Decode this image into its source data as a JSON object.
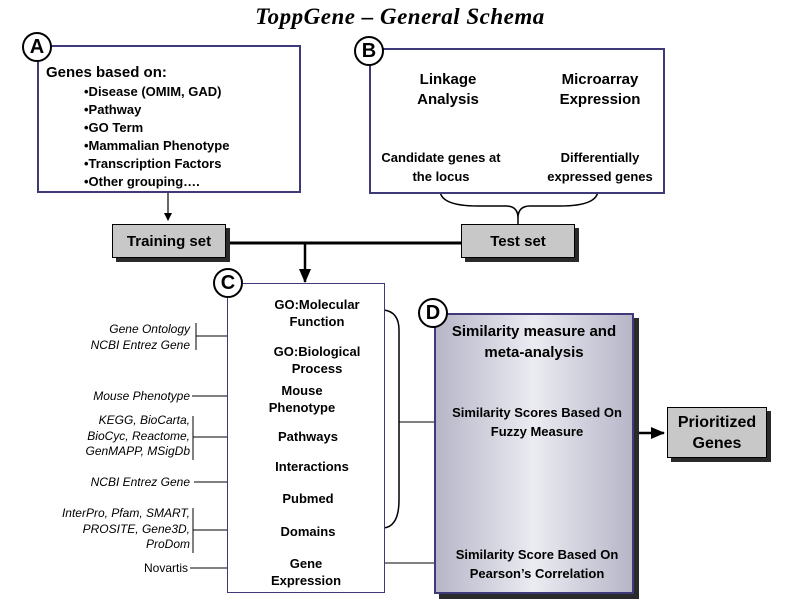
{
  "title": "ToppGene – General Schema",
  "labels": {
    "a": "A",
    "b": "B",
    "c": "C",
    "d": "D"
  },
  "box_a": {
    "heading": "Genes based on:",
    "items": [
      "•Disease (OMIM, GAD)",
      "•Pathway",
      "•GO Term",
      "•Mammalian Phenotype",
      "•Transcription Factors",
      "•Other grouping…."
    ]
  },
  "box_b": {
    "col1_heading": "Linkage Analysis",
    "col1_result": "Candidate genes at the locus",
    "col2_heading": "Microarray Expression",
    "col2_result": "Differentially expressed genes"
  },
  "training_set": "Training set",
  "test_set": "Test set",
  "features": [
    "GO:Molecular Function",
    "GO:Biological Process",
    "Mouse Phenotype",
    "Pathways",
    "Interactions",
    "Pubmed",
    "Domains",
    "Gene Expression"
  ],
  "sources": {
    "go": "Gene Ontology",
    "entrez1": "NCBI Entrez Gene",
    "mouse": "Mouse Phenotype",
    "pathways": "KEGG, BioCarta, BioCyc, Reactome, GenMAPP, MSigDb",
    "entrez2": "NCBI Entrez Gene",
    "domains": "InterPro, Pfam, SMART, PROSITE, Gene3D, ProDom",
    "novartis": "Novartis"
  },
  "box_d": {
    "heading": "Similarity measure and meta-analysis",
    "fuzzy": "Similarity Scores Based On Fuzzy Measure",
    "pearson": "Similarity Score Based On Pearson’s Correlation"
  },
  "prioritized": "Prioritized Genes"
}
